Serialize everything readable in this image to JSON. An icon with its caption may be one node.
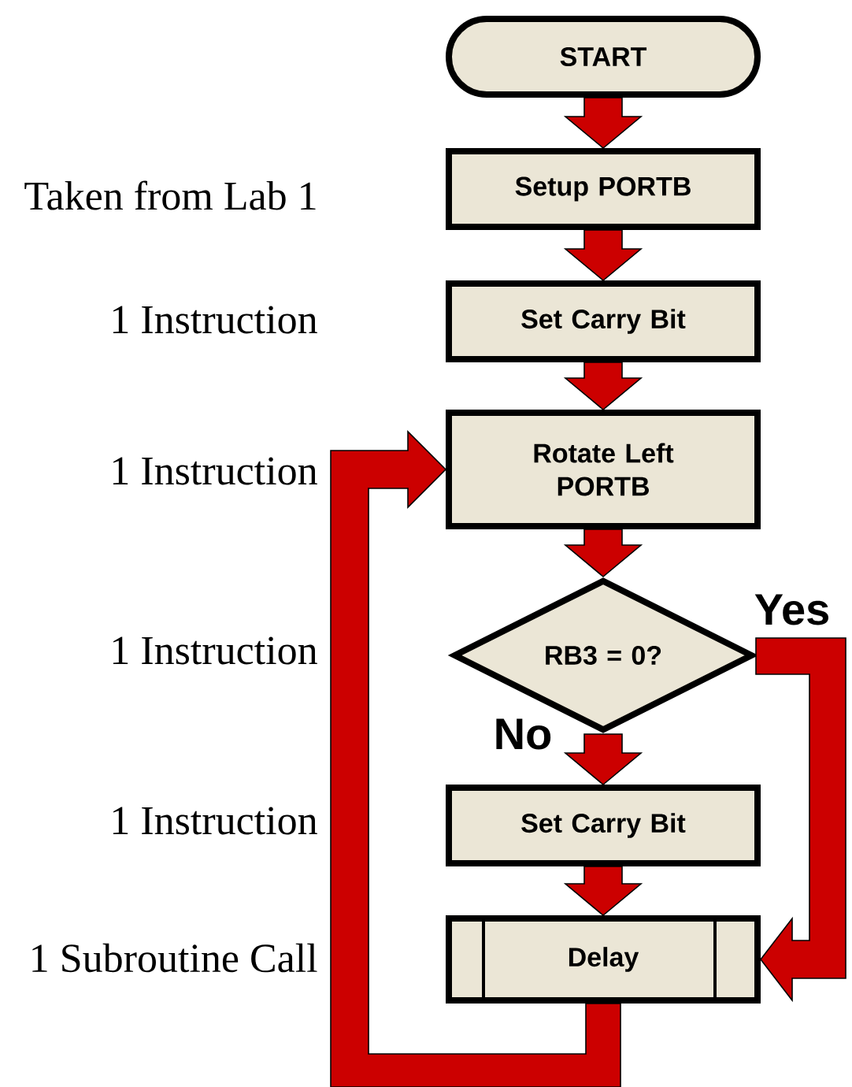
{
  "diagram": {
    "nodes": [
      {
        "text": [
          "START"
        ]
      },
      {
        "text": [
          "Setup PORTB"
        ]
      },
      {
        "text": [
          "Set Carry Bit"
        ]
      },
      {
        "text": [
          "Rotate Left PORTB"
        ]
      },
      {
        "text": [
          "RB3 = 0?"
        ]
      },
      {
        "text": [
          "Set Carry Bit"
        ]
      },
      {
        "text": [
          "Delay"
        ]
      }
    ],
    "edges": [
      {
        "from": 0,
        "to": 1,
        "arrow": "to"
      },
      {
        "from": 1,
        "to": 2,
        "arrow": "to"
      },
      {
        "from": 2,
        "to": 3,
        "arrow": "to"
      },
      {
        "from": 3,
        "to": 4,
        "arrow": "to"
      },
      {
        "from": 4,
        "to": 5,
        "arrow": "to",
        "label": "No"
      },
      {
        "from": 5,
        "to": 6,
        "arrow": "to"
      },
      {
        "from": 4,
        "to": 6,
        "arrow": "to",
        "label": "Yes"
      },
      {
        "from": 6,
        "to": 3,
        "arrow": "to"
      }
    ],
    "labels": [
      "Taken from Lab 1",
      "1 Instruction",
      "1 Instruction",
      "1 Instruction",
      "1 Instruction",
      "1 Subroutine Call"
    ]
  }
}
